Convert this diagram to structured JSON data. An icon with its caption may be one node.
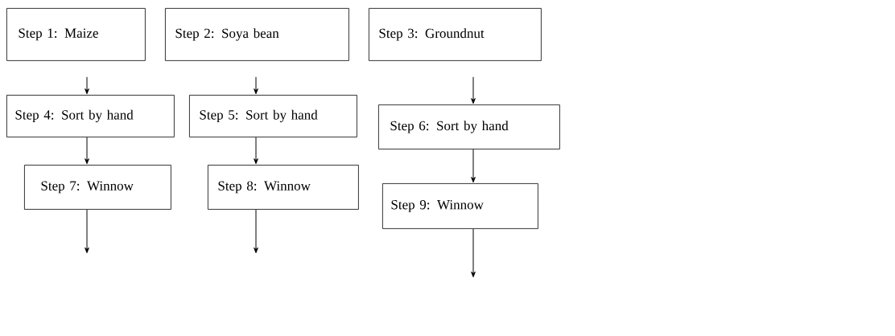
{
  "diagram": {
    "nodes": [
      {
        "text": [
          "Step 1: Maize"
        ]
      },
      {
        "text": [
          "Step 2: Soya bean"
        ]
      },
      {
        "text": [
          "Step 3: Groundnut"
        ]
      },
      {
        "text": [
          "Step 4: Sort by hand"
        ]
      },
      {
        "text": [
          "Step 5: Sort by hand"
        ]
      },
      {
        "text": [
          "Step 6: Sort by hand"
        ]
      },
      {
        "text": [
          "Step 7: Winnow"
        ]
      },
      {
        "text": [
          "Step 8: Winnow"
        ]
      },
      {
        "text": [
          "Step 9: Winnow"
        ]
      }
    ],
    "edges": [
      {
        "from": 0,
        "to": 3,
        "arrow": "to"
      },
      {
        "from": 1,
        "to": 4,
        "arrow": "to"
      },
      {
        "from": 2,
        "to": 5,
        "arrow": "to"
      },
      {
        "from": 3,
        "to": 6,
        "arrow": "to"
      },
      {
        "from": 4,
        "to": 7,
        "arrow": "to"
      },
      {
        "from": 5,
        "to": 8,
        "arrow": "to"
      },
      {
        "from": 6,
        "to": null,
        "arrow": "to"
      },
      {
        "from": 7,
        "to": null,
        "arrow": "to"
      },
      {
        "from": 8,
        "to": null,
        "arrow": "to"
      }
    ]
  }
}
